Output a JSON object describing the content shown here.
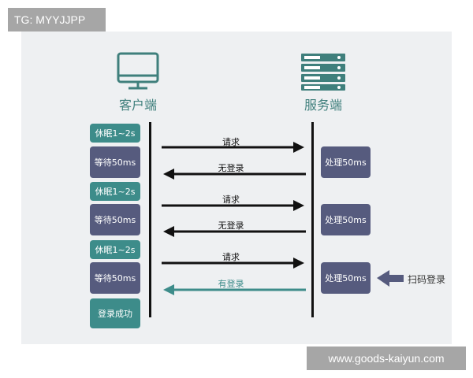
{
  "watermarks": {
    "top_left": "TG: MYYJJPP",
    "bottom_right": "www.goods-kaiyun.com"
  },
  "actors": {
    "client": "客户端",
    "server": "服务端"
  },
  "client_boxes": [
    "休眠1~2s",
    "等待50ms",
    "休眠1~2s",
    "等待50ms",
    "休眠1~2s",
    "等待50ms",
    "登录成功"
  ],
  "server_boxes": [
    "处理50ms",
    "处理50ms",
    "处理50ms"
  ],
  "messages": [
    "请求",
    "无登录",
    "请求",
    "无登录",
    "请求",
    "有登录"
  ],
  "scan_label": "扫码登录",
  "colors": {
    "teal": "#3d8c8a",
    "slate": "#565b7e",
    "arrow": "#111111",
    "actor": "#3f7f7c"
  },
  "icons": {
    "client": "monitor-icon",
    "server": "server-rack-icon",
    "scan": "arrow-left-icon"
  }
}
